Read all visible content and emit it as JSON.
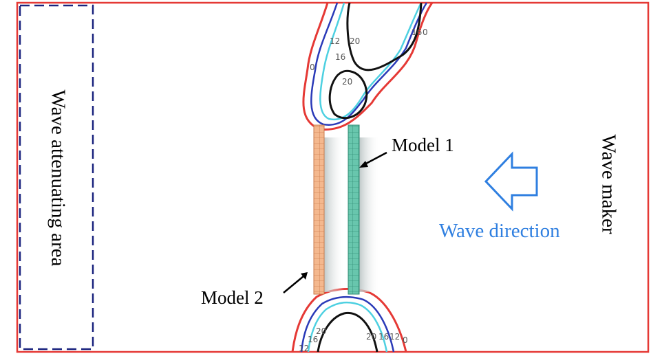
{
  "labels": {
    "attenuating": "Wave attenuating area",
    "wave_maker": "Wave maker",
    "model1": "Model 1",
    "model2": "Model 2",
    "wave_direction": "Wave direction"
  },
  "contour_labels": {
    "top_12": "12",
    "top_20": "20",
    "top_16": "16",
    "top_16b": "16",
    "top_0": "0",
    "top_0b": "0",
    "island_20": "20",
    "bot_12": "12",
    "bot_16": "16",
    "bot_20": "20",
    "bot_20b": "20",
    "bot_16b": "16",
    "bot_12b": "12",
    "bot_0": "0"
  },
  "colors": {
    "boundary": "#e53935",
    "attenuating_border": "#1a237e",
    "contour_0": "#e53935",
    "contour_12": "#2a3ab8",
    "contour_16": "#4dd0e1",
    "contour_20": "#111111",
    "model2_fill": "#f2b48a",
    "model1_fill": "#5fbfa6",
    "arrow_direction": "#2f7fe0",
    "direction_text": "#2f7fe0"
  }
}
